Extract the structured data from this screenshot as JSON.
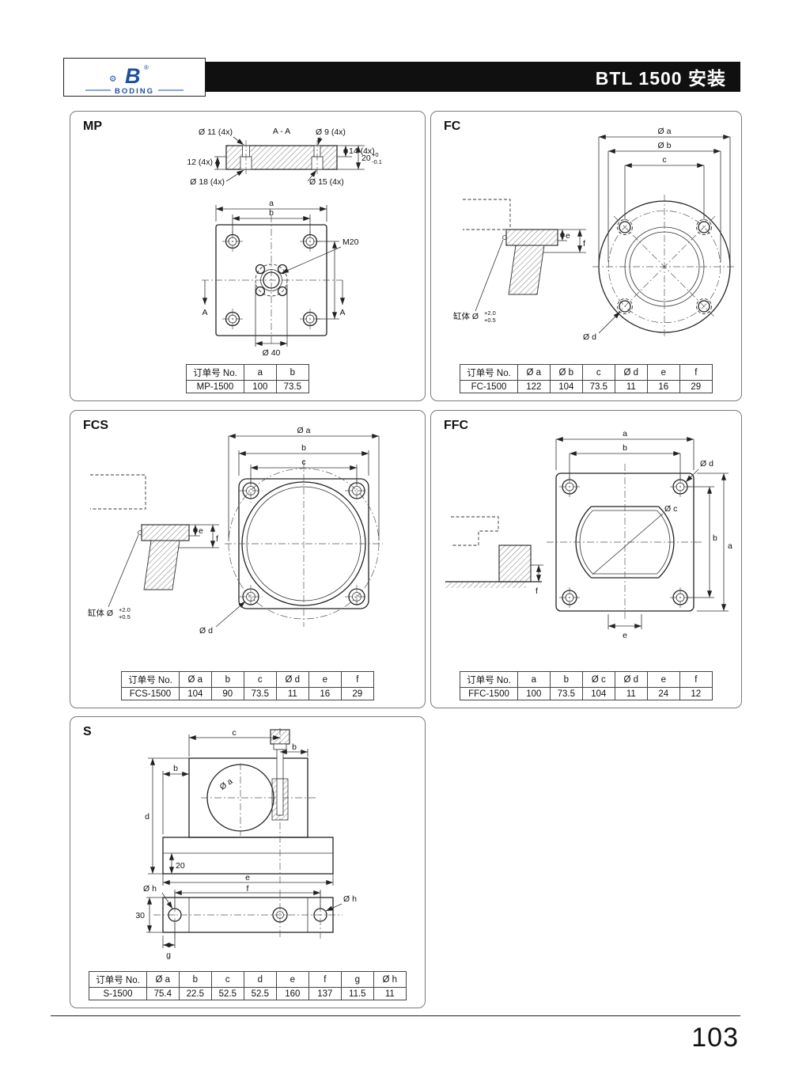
{
  "header": {
    "logo_letter": "B",
    "brand": "BODING",
    "reg": "®",
    "title": "BTL 1500 安装"
  },
  "icons": {
    "gear": "⚙"
  },
  "footer": {
    "page_number": "103"
  },
  "cyl_note": {
    "text": "缸体 Ø",
    "tol_upper": "+2.0",
    "tol_lower": "+0.5"
  },
  "panels": {
    "mp": {
      "title": "MP",
      "labels": {
        "d11": "Ø 11 (4x)",
        "section": "A - A",
        "d9": "Ø 9 (4x)",
        "t14": "14 (4x)",
        "t12": "12 (4x)",
        "t20": "20",
        "t20_up": "+0",
        "t20_lo": "-0.1",
        "d18": "Ø 18 (4x)",
        "d15": "Ø 15 (4x)",
        "a": "a",
        "b": "b",
        "m20": "M20",
        "a_arrow": "A",
        "d40": "Ø 40"
      },
      "table": {
        "headers": [
          "订单号 No.",
          "a",
          "b"
        ],
        "row": [
          "MP-1500",
          "100",
          "73.5"
        ]
      }
    },
    "fc": {
      "title": "FC",
      "labels": {
        "da": "Ø a",
        "db": "Ø b",
        "c": "c",
        "e": "e",
        "f": "f",
        "dd": "Ø d"
      },
      "table": {
        "headers": [
          "订单号 No.",
          "Ø a",
          "Ø b",
          "c",
          "Ø d",
          "e",
          "f"
        ],
        "row": [
          "FC-1500",
          "122",
          "104",
          "73.5",
          "11",
          "16",
          "29"
        ]
      }
    },
    "fcs": {
      "title": "FCS",
      "labels": {
        "da": "Ø a",
        "b": "b",
        "c": "c",
        "e": "e",
        "f": "f",
        "dd": "Ø d"
      },
      "table": {
        "headers": [
          "订单号 No.",
          "Ø a",
          "b",
          "c",
          "Ø d",
          "e",
          "f"
        ],
        "row": [
          "FCS-1500",
          "104",
          "90",
          "73.5",
          "11",
          "16",
          "29"
        ]
      }
    },
    "ffc": {
      "title": "FFC",
      "labels": {
        "a": "a",
        "b": "b",
        "dc": "Ø c",
        "dd": "Ø d",
        "e": "e",
        "f": "f"
      },
      "table": {
        "headers": [
          "订单号 No.",
          "a",
          "b",
          "Ø c",
          "Ø d",
          "e",
          "f"
        ],
        "row": [
          "FFC-1500",
          "100",
          "73.5",
          "104",
          "11",
          "24",
          "12"
        ]
      }
    },
    "s": {
      "title": "S",
      "labels": {
        "da": "Ø a",
        "b": "b",
        "c": "c",
        "d": "d",
        "t20": "20",
        "e": "e",
        "f": "f",
        "g": "g",
        "dh": "Ø h",
        "t30": "30"
      },
      "table": {
        "headers": [
          "订单号 No.",
          "Ø a",
          "b",
          "c",
          "d",
          "e",
          "f",
          "g",
          "Ø h"
        ],
        "row": [
          "S-1500",
          "75.4",
          "22.5",
          "52.5",
          "52.5",
          "160",
          "137",
          "11.5",
          "11"
        ]
      }
    }
  }
}
